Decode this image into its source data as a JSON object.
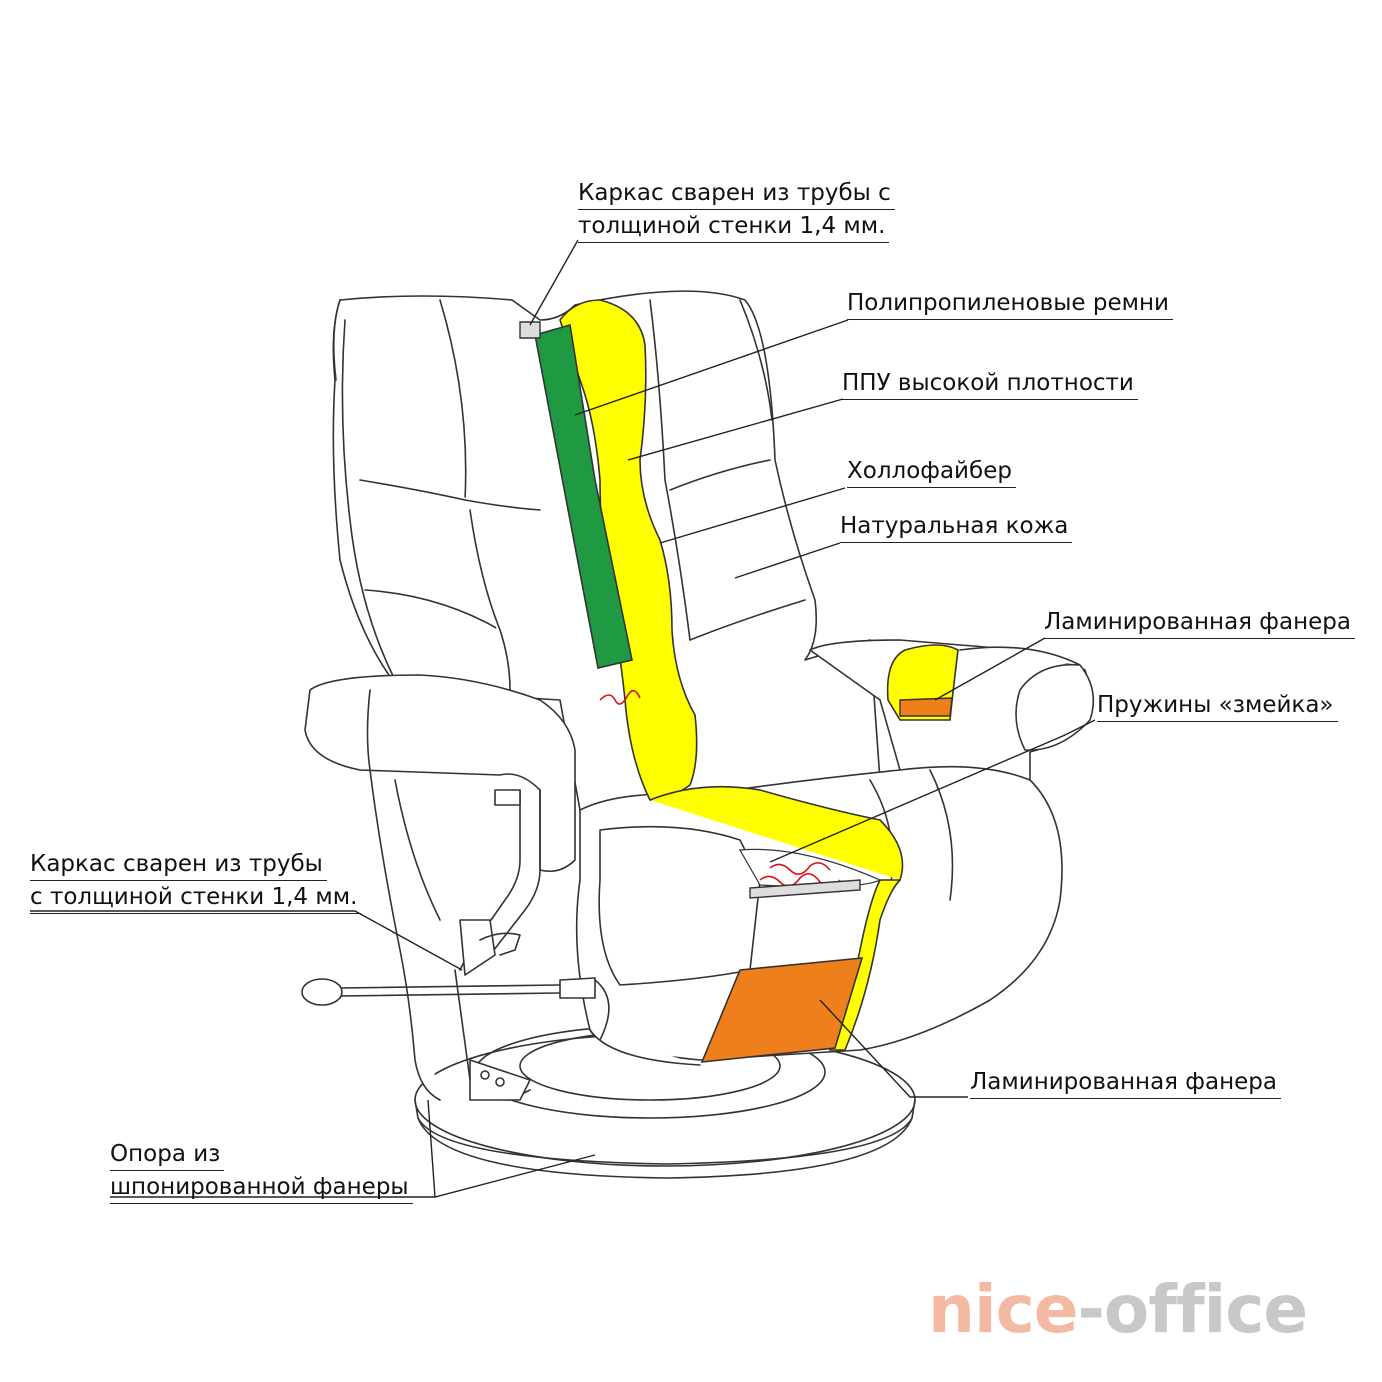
{
  "labels": {
    "frame_top": [
      "Каркас сварен из трубы с",
      "толщиной стенки 1,4 мм."
    ],
    "belts": "Полипропиленовые ремни",
    "foam": "ППУ высокой плотности",
    "hollofiber": "Холлофайбер",
    "leather": "Натуральная кожа",
    "plywood_arm": "Ламинированная фанера",
    "springs": "Пружины «змейка»",
    "frame_bottom": [
      "Каркас сварен из трубы",
      "с толщиной стенки 1,4 мм."
    ],
    "plywood_seat": "Ламинированная фанера",
    "base": [
      "Опора из",
      "шпонированной фанеры"
    ]
  },
  "logo": {
    "part1": "nice",
    "part2": "-office"
  },
  "colors": {
    "belts": "#1f9a43",
    "foam": "#ffff00",
    "plywood": "#ee7f1b",
    "spring": "#d8101a",
    "outline": "#333333"
  }
}
